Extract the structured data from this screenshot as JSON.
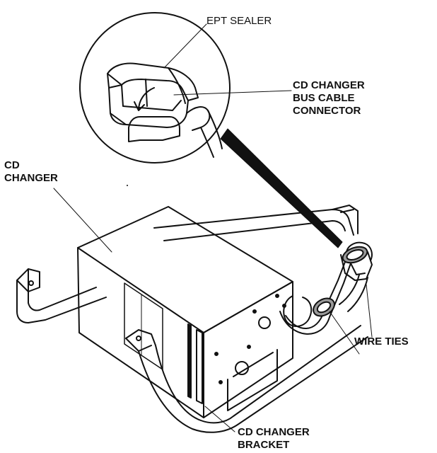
{
  "labels": {
    "ept_sealer": "EPT SEALER",
    "bus_cable_connector": [
      "CD CHANGER",
      "BUS CABLE",
      "CONNECTOR"
    ],
    "cd_changer": [
      "CD",
      "CHANGER"
    ],
    "wire_ties": "WIRE TIES",
    "cd_changer_bracket": [
      "CD CHANGER",
      "BRACKET"
    ]
  },
  "colors": {
    "ink": "#111111",
    "paper": "#ffffff"
  }
}
